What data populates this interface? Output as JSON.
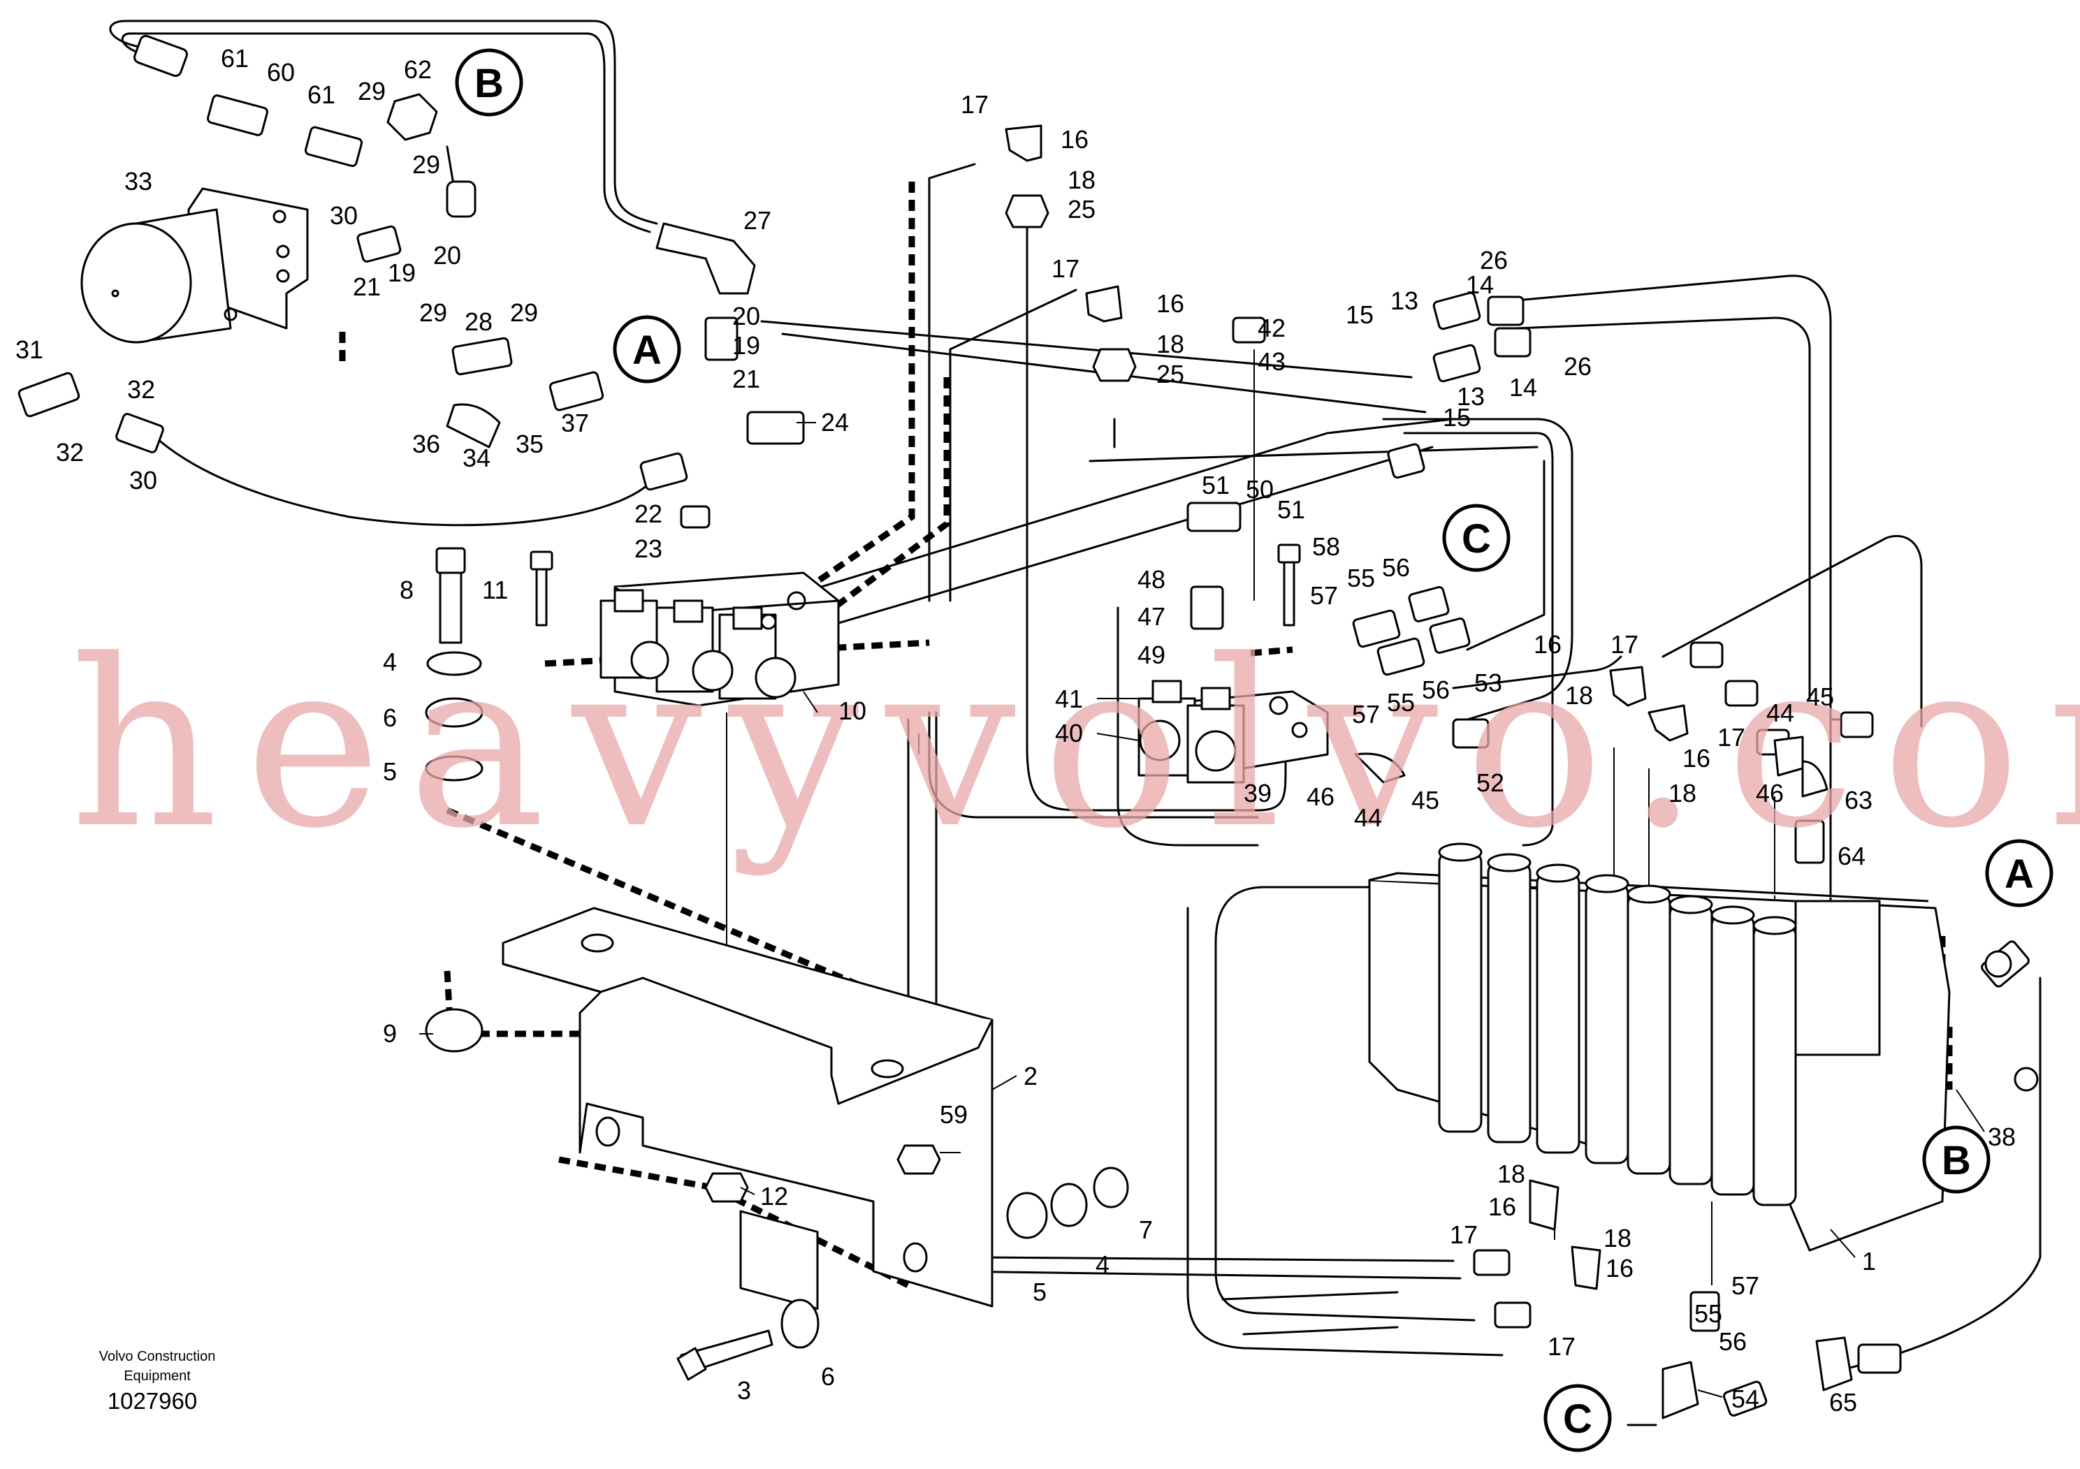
{
  "connector_labels": [
    "A",
    "B",
    "C"
  ],
  "part_numbers": [
    "1",
    "2",
    "3",
    "4",
    "5",
    "6",
    "7",
    "8",
    "9",
    "10",
    "11",
    "12",
    "13",
    "14",
    "15",
    "16",
    "17",
    "18",
    "19",
    "20",
    "21",
    "22",
    "23",
    "24",
    "25",
    "26",
    "27",
    "28",
    "29",
    "30",
    "31",
    "32",
    "33",
    "34",
    "35",
    "36",
    "37",
    "38",
    "39",
    "40",
    "41",
    "42",
    "43",
    "44",
    "45",
    "46",
    "47",
    "48",
    "49",
    "50",
    "51",
    "52",
    "53",
    "54",
    "55",
    "56",
    "57",
    "58",
    "59",
    "60",
    "61",
    "62",
    "63",
    "64",
    "65"
  ],
  "footer": {
    "maker_line1": "Volvo Construction",
    "maker_line2": "Equipment",
    "drawing_number": "1027960"
  },
  "watermark": "heavyvolvo.com"
}
